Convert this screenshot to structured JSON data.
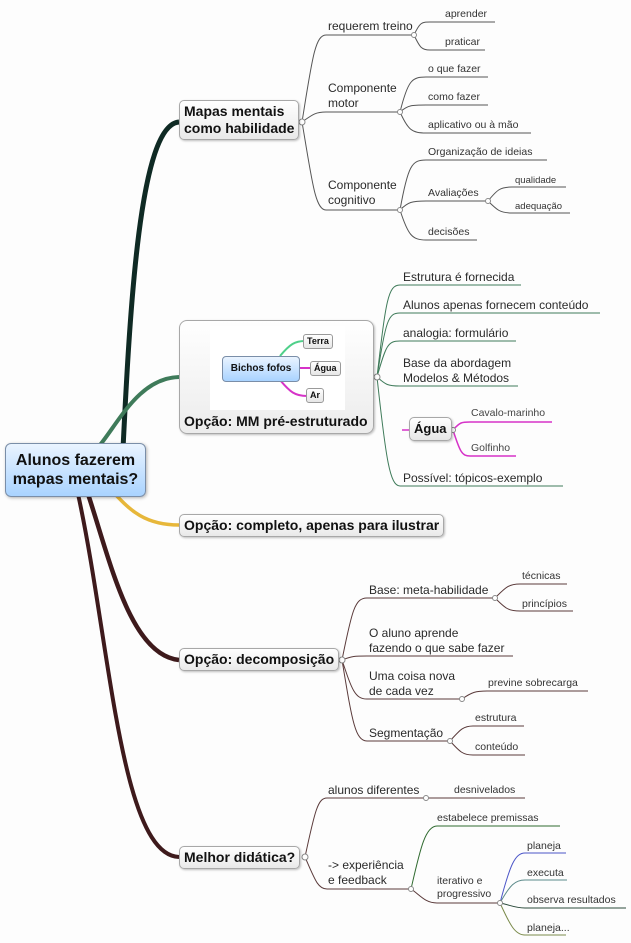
{
  "central": {
    "line1": "Alunos fazerem",
    "line2": "mapas mentais?"
  },
  "colors": {
    "branch1": "#0f2a24",
    "branch2": "#3f7b5a",
    "branch3": "#e7b73a",
    "branch4": "#3e1a1c",
    "branch5": "#3e1a1c",
    "magenta": "#d633c8",
    "mintgreen": "#4fd08a",
    "planeja_blue": "#4b55c8",
    "executa_teal": "#5b8a8a",
    "observa_dark": "#2a4a3a",
    "planeja2_olive": "#7a8a4a",
    "estabelece_green": "#2f6a2f"
  },
  "branches": {
    "habilidade": {
      "label1": "Mapas mentais",
      "label2": "como habilidade",
      "children": {
        "treino": {
          "label": "requerem treino",
          "children": [
            "aprender",
            "praticar"
          ]
        },
        "motor": {
          "label1": "Componente",
          "label2": "motor",
          "children": [
            "o que fazer",
            "como fazer",
            "aplicativo ou à mão"
          ]
        },
        "cognitivo": {
          "label1": "Componente",
          "label2": "cognitivo",
          "children": {
            "organizacao": "Organização de ideias",
            "avaliacoes": {
              "label": "Avaliações",
              "children": [
                "qualidade",
                "adequação"
              ]
            },
            "decisoes": "decisões"
          }
        }
      }
    },
    "preestruturado": {
      "label": "Opção: MM pré-estruturado",
      "image": {
        "root": "Bichos fofos",
        "children": [
          "Terra",
          "Água",
          "Ar"
        ]
      },
      "children": {
        "estrutura": "Estrutura é fornecida",
        "alunos": "Alunos apenas fornecem conteúdo",
        "analogia": "analogia: formulário",
        "base1": "Base da abordagem",
        "base2": "Modelos & Métodos",
        "agua": {
          "label": "Água",
          "children": [
            "Cavalo-marinho",
            "Golfinho"
          ]
        },
        "possivel": "Possível: tópicos-exemplo"
      }
    },
    "completo": {
      "label": "Opção: completo, apenas para ilustrar"
    },
    "decomposicao": {
      "label": "Opção: decomposição",
      "children": {
        "base": {
          "label": "Base: meta-habilidade",
          "children": [
            "técnicas",
            "princípios"
          ]
        },
        "aluno": {
          "label1": "O aluno aprende",
          "label2": "fazendo o que sabe fazer"
        },
        "coisa": {
          "label1": "Uma coisa nova",
          "label2": "de cada vez",
          "children": [
            "previne sobrecarga"
          ]
        },
        "segmentacao": {
          "label": "Segmentação",
          "children": [
            "estrutura",
            "conteúdo"
          ]
        }
      }
    },
    "didatica": {
      "label": "Melhor didática?",
      "children": {
        "diferentes": {
          "label": "alunos diferentes",
          "children": [
            "desnivelados"
          ]
        },
        "experiencia": {
          "label1": "-> experiência",
          "label2": "e feedback",
          "children": {
            "premissas": "estabelece premissas",
            "iterativo": {
              "label1": "iterativo e",
              "label2": "progressivo",
              "children": [
                "planeja",
                "executa",
                "observa resultados",
                "planeja..."
              ]
            }
          }
        }
      }
    }
  }
}
